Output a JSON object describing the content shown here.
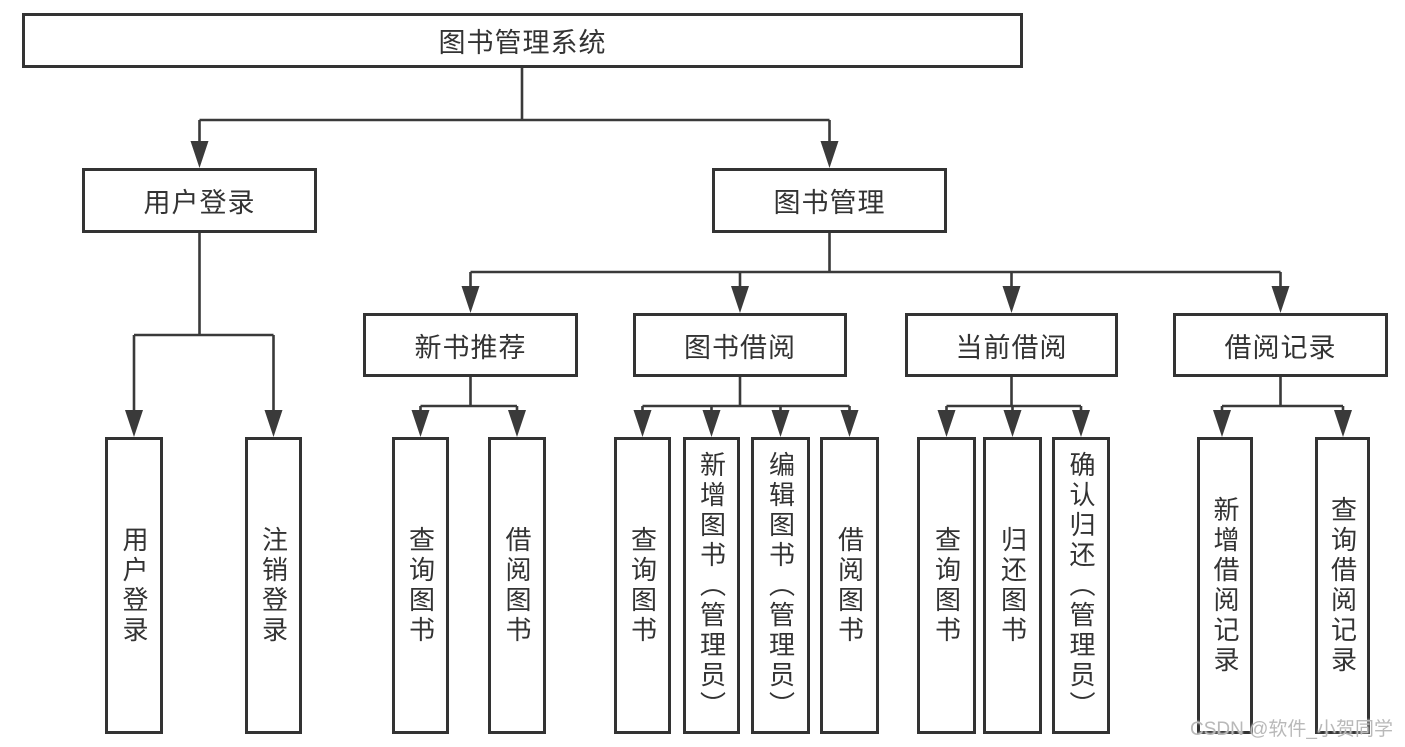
{
  "colors": {
    "line": "#3a3a3a",
    "box_border": "#333333",
    "text": "#333333",
    "watermark_text": "#b9b9b9",
    "background": "#ffffff"
  },
  "tree": {
    "label": "图书管理系统",
    "children": [
      {
        "label": "用户登录",
        "children": [
          {
            "label": "用户登录"
          },
          {
            "label": "注销登录"
          }
        ]
      },
      {
        "label": "图书管理",
        "children": [
          {
            "label": "新书推荐",
            "children": [
              {
                "label": "查询图书"
              },
              {
                "label": "借阅图书"
              }
            ]
          },
          {
            "label": "图书借阅",
            "children": [
              {
                "label": "查询图书"
              },
              {
                "label": "新增图书（管理员）"
              },
              {
                "label": "编辑图书（管理员）"
              },
              {
                "label": "借阅图书"
              }
            ]
          },
          {
            "label": "当前借阅",
            "children": [
              {
                "label": "查询图书"
              },
              {
                "label": "归还图书"
              },
              {
                "label": "确认归还（管理员）"
              }
            ]
          },
          {
            "label": "借阅记录",
            "children": [
              {
                "label": "新增借阅记录"
              },
              {
                "label": "查询借阅记录"
              }
            ]
          }
        ]
      }
    ]
  },
  "watermark": {
    "text": "CSDN @软件_小贺同学"
  }
}
